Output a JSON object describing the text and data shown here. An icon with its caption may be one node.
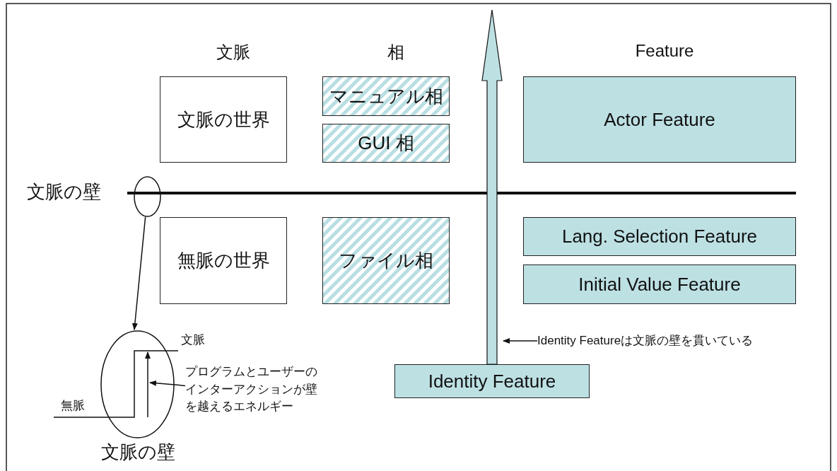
{
  "diagram": {
    "nodes": [
      {
        "text": [
          "文脈の世界"
        ]
      },
      {
        "text": [
          "マニュアル相"
        ]
      },
      {
        "text": [
          "GUI 相"
        ]
      },
      {
        "text": [
          "Actor Feature"
        ]
      },
      {
        "text": [
          "無脈の世界"
        ]
      },
      {
        "text": [
          "ファイル相"
        ]
      },
      {
        "text": [
          "Lang. Selection Feature"
        ]
      },
      {
        "text": [
          "Initial Value Feature"
        ]
      },
      {
        "text": [
          "Identity Feature"
        ]
      },
      {
        "text": [],
        "shape": "circle"
      },
      {
        "text": [],
        "shape": "circle",
        "beside": [
          "文脈の壁"
        ]
      },
      {
        "text": [
          "プログラムとユーザーのインターアクションが壁を越えるエネルギー"
        ]
      },
      {
        "text": [
          "Identity Featureは文脈の壁を貫いている"
        ]
      }
    ],
    "edges": [
      {
        "from": 9,
        "to": 10,
        "arrow": "to"
      },
      {
        "from": 8,
        "to": null,
        "arrow": "to",
        "style": "thick",
        "color": "#bde0e3"
      },
      {
        "from": 11,
        "to": 10,
        "arrow": "to"
      },
      {
        "from": 12,
        "to": null,
        "arrow": "to"
      }
    ],
    "labels": [
      "文脈",
      "相",
      "Feature",
      "文脈の壁",
      "文脈",
      "無脈"
    ]
  }
}
